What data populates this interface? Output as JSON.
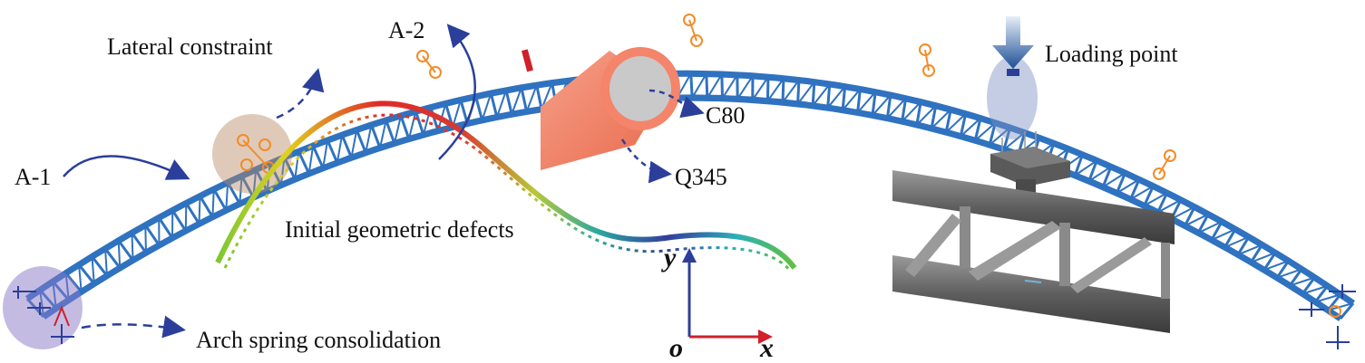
{
  "labels": {
    "lateral_constraint": "Lateral constraint",
    "a2": "A-2",
    "a1": "A-1",
    "loading_point": "Loading point",
    "c80": "C80",
    "q345": "Q345",
    "initial_defects": "Initial geometric defects",
    "arch_spring": "Arch spring consolidation",
    "axis_y": "y",
    "axis_o": "o",
    "axis_x": "x"
  },
  "colors": {
    "arch_truss": "#2f72c0",
    "arch_truss_dark": "#1d4f96",
    "constraint_orange": "#f28c28",
    "callout_blue": "#2b3f9a",
    "tube_outer": "#f4846a",
    "tube_core": "#c9c9c9",
    "marker_red": "#d0202a",
    "axis_y": "#2b3f9a",
    "axis_x": "#d0202a",
    "detail_steel": "#6f6f6f"
  }
}
